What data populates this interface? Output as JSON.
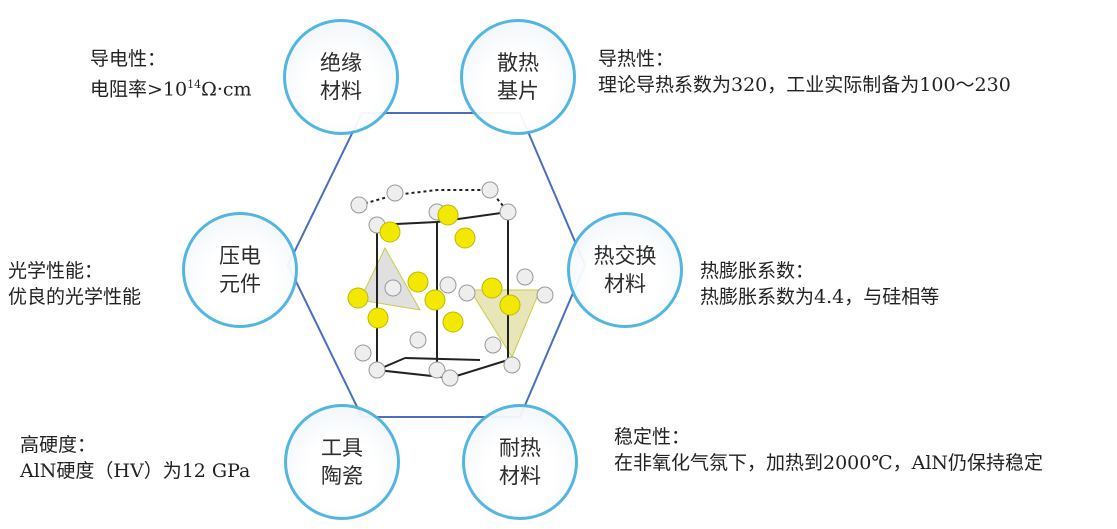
{
  "circles": [
    {
      "l1": "绝缘",
      "l2": "材料"
    },
    {
      "l1": "散热",
      "l2": "基片"
    },
    {
      "l1": "压电",
      "l2": "元件"
    },
    {
      "l1": "热交换",
      "l2": "材料"
    },
    {
      "l1": "工具",
      "l2": "陶瓷"
    },
    {
      "l1": "耐热",
      "l2": "材料"
    }
  ],
  "labels": {
    "conductivity": {
      "title": "导电性：",
      "pre": "电阻率>10",
      "sup": "14",
      "post": "Ω·cm"
    },
    "thermal": {
      "title": "导热性：",
      "text": "理论导热系数为320，工业实际制备为100～230"
    },
    "optical": {
      "title": "光学性能：",
      "text": "优良的光学性能"
    },
    "expansion": {
      "title": "热膨胀系数：",
      "text": "热膨胀系数为4.4，与硅相等"
    },
    "hardness": {
      "title": "高硬度：",
      "text": "AlN硬度（HV）为12 GPa"
    },
    "stability": {
      "title": "稳定性：",
      "text": "在非氧化气氛下，加热到2000℃，AlN仍保持稳定"
    }
  }
}
